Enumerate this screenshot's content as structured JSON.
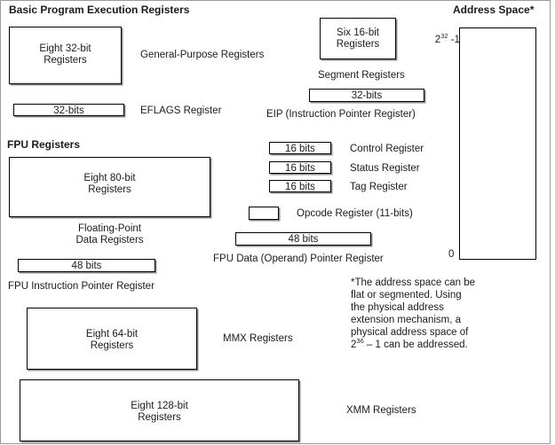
{
  "figure": {
    "title_left": "Basic Program Execution Registers",
    "title_right": "Address Space*"
  },
  "general_purpose": {
    "box_line1": "Eight 32-bit",
    "box_line2": "Registers",
    "label": "General-Purpose Registers"
  },
  "eflags": {
    "bar_label": "32-bits",
    "label": "EFLAGS Register"
  },
  "segment": {
    "box_line1": "Six 16-bit",
    "box_line2": "Registers",
    "label": "Segment Registers"
  },
  "eip": {
    "bar_label": "32-bits",
    "label": "EIP (Instruction Pointer Register)"
  },
  "fpu": {
    "section_title": "FPU Registers",
    "box_line1": "Eight 80-bit",
    "box_line2": "Registers",
    "label_line1": "Floating-Point",
    "label_line2": "Data Registers",
    "control": {
      "bar_label": "16 bits",
      "label": "Control Register"
    },
    "status": {
      "bar_label": "16 bits",
      "label": "Status Register"
    },
    "tag": {
      "bar_label": "16 bits",
      "label": "Tag Register"
    },
    "opcode": {
      "bar_label": "",
      "label": "Opcode Register (11-bits)"
    },
    "data_pointer": {
      "bar_label": "48 bits",
      "label": "FPU Data (Operand) Pointer Register"
    },
    "instruction_pointer": {
      "bar_label": "48 bits",
      "label": "FPU Instruction Pointer Register"
    }
  },
  "mmx": {
    "box_line1": "Eight 64-bit",
    "box_line2": "Registers",
    "label": "MMX Registers"
  },
  "xmm": {
    "box_line1": "Eight 128-bit",
    "box_line2": "Registers",
    "label": "XMM Registers"
  },
  "address_space": {
    "top_label_base": "2",
    "top_label_exp": "32",
    "top_label_tail": " -1",
    "bottom_label": "0"
  },
  "footnote": {
    "line1": "*The address space can be",
    "line2": "flat or segmented. Using",
    "line3": "the physical address",
    "line4": "extension mechanism, a",
    "line5": "physical address space of",
    "line6_base": "2",
    "line6_exp": "36",
    "line6_tail": " – 1 can be addressed."
  },
  "colors": {
    "ink": "#1b1b1b",
    "border": "#000000",
    "shadow": "#8d8d8d",
    "frame": "#9a9a9a",
    "background": "#ffffff"
  }
}
